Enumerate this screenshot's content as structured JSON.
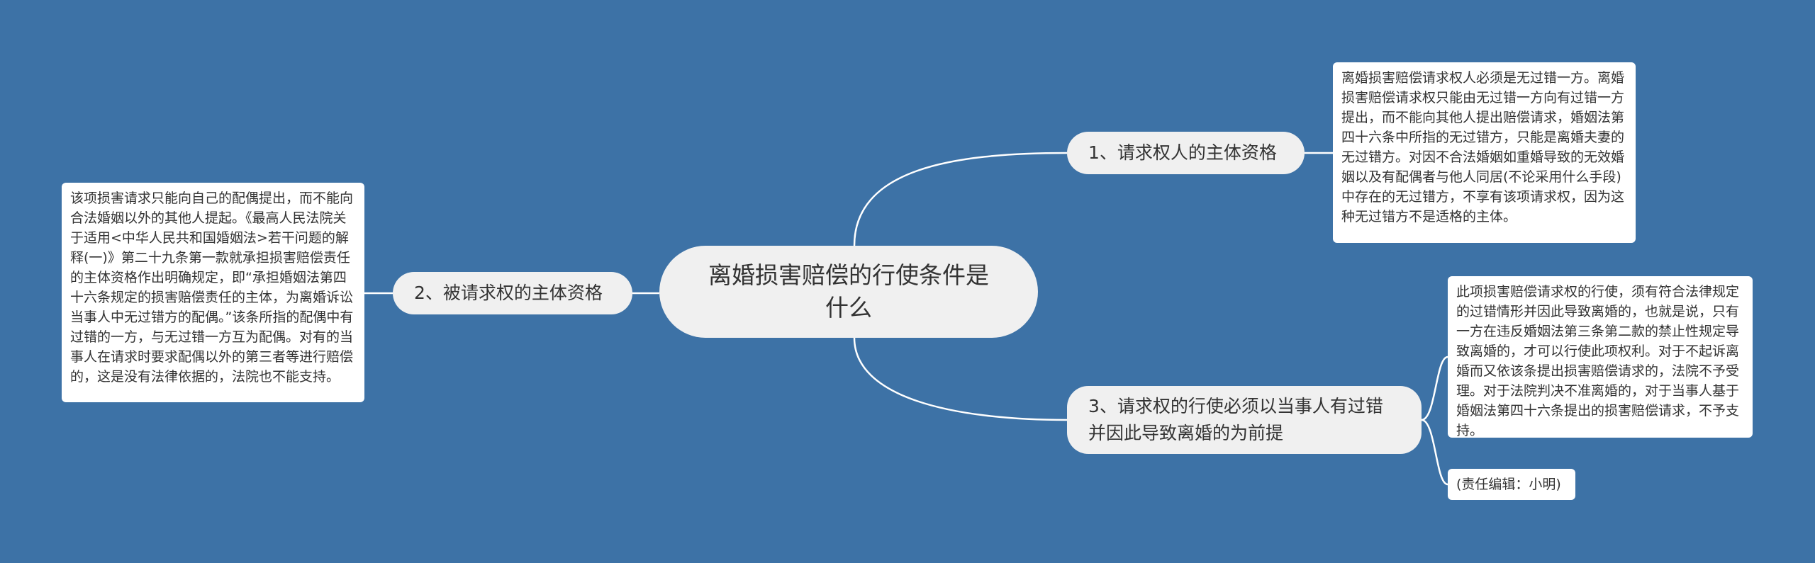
{
  "root": {
    "title": "离婚损害赔偿的行使条件是什么"
  },
  "topics": [
    {
      "label": "1、请求权人的主体资格"
    },
    {
      "label": "2、被请求权的主体资格"
    },
    {
      "label": "3、请求权的行使必须以当事人有过错并因此导致离婚的为前提"
    }
  ],
  "notes": [
    {
      "text": "离婚损害赔偿请求权人必须是无过错一方。离婚损害赔偿请求权只能由无过错一方向有过错一方提出，而不能向其他人提出赔偿请求，婚姻法第四十六条中所指的无过错方，只能是离婚夫妻的无过错方。对因不合法婚姻如重婚导致的无效婚姻以及有配偶者与他人同居(不论采用什么手段)中存在的无过错方，不享有该项请求权，因为这种无过错方不是适格的主体。"
    },
    {
      "text": "该项损害请求只能向自己的配偶提出，而不能向合法婚姻以外的其他人提起。《最高人民法院关于适用<中华人民共和国婚姻法>若干问题的解释(一)》第二十九条第一款就承担损害赔偿责任的主体资格作出明确规定，即“承担婚姻法第四十六条规定的损害赔偿责任的主体，为离婚诉讼当事人中无过错方的配偶。”该条所指的配偶中有过错的一方，与无过错一方互为配偶。对有的当事人在请求时要求配偶以外的第三者等进行赔偿的，这是没有法律依据的，法院也不能支持。"
    },
    {
      "text": "此项损害赔偿请求权的行使，须有符合法律规定的过错情形并因此导致离婚的，也就是说，只有一方在违反婚姻法第三条第二款的禁止性规定导致离婚的，才可以行使此项权利。对于不起诉离婚而又依该条提出损害赔偿请求的，法院不予受理。对于法院判决不准离婚的，对于当事人基于婚姻法第四十六条提出的损害赔偿请求，不予支持。"
    },
    {
      "text": "(责任编辑：小明)"
    }
  ],
  "colors": {
    "background": "#3d72a6",
    "node_fill": "#f0f0f0",
    "note_fill": "#ffffff",
    "line": "#ffffff"
  }
}
